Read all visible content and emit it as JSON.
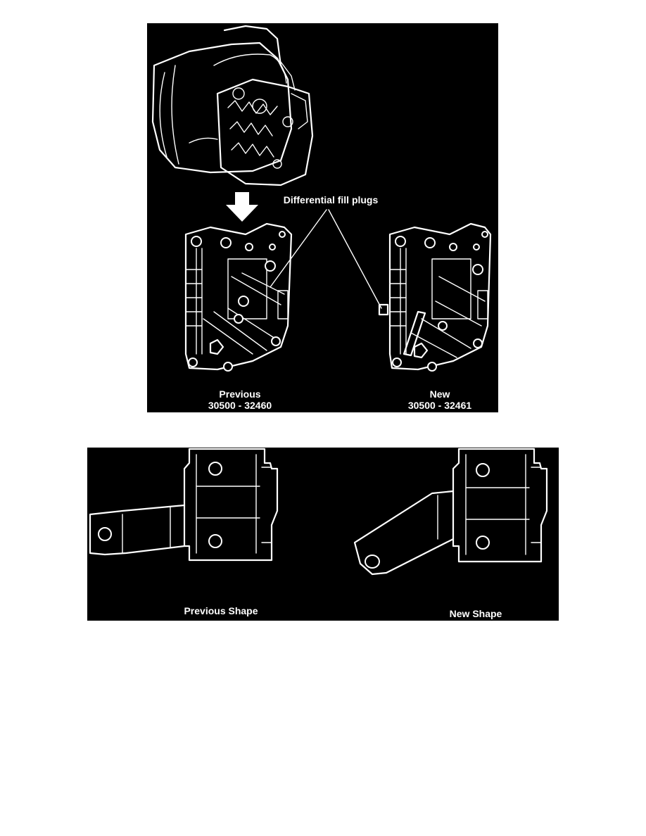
{
  "top_figure": {
    "callout_label": "Differential fill plugs",
    "previous_label": "Previous",
    "previous_part_number": "30500 - 32460",
    "new_label": "New",
    "new_part_number": "30500 - 32461",
    "colors": {
      "background": "#000000",
      "line": "#ffffff"
    }
  },
  "bottom_figure": {
    "previous_shape_label": "Previous Shape",
    "new_shape_label": "New Shape"
  }
}
